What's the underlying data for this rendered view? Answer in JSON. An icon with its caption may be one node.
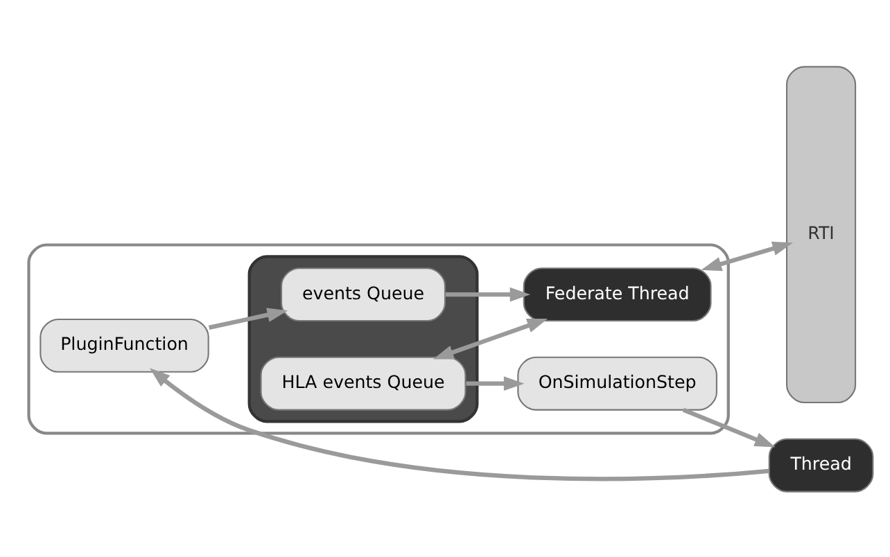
{
  "diagram": {
    "nodes": [
      {
        "text": [
          "Thread"
        ]
      },
      {
        "text": [],
        "shape": "box"
      },
      {
        "text": [
          "PluginFunction"
        ],
        "in": 1
      },
      {
        "text": [
          "OnSimulationStep"
        ],
        "in": 1
      },
      {
        "text": [],
        "shape": "box",
        "in": 1
      },
      {
        "text": [
          "events Queue"
        ],
        "in": 4
      },
      {
        "text": [
          "HLA events Queue"
        ],
        "in": 4
      },
      {
        "text": [
          "Federate Thread"
        ],
        "in": 1
      },
      {
        "text": [
          "RTI"
        ]
      }
    ],
    "edges": [
      {
        "from": 0,
        "to": 2,
        "arrow": "to"
      },
      {
        "from": 3,
        "to": 0,
        "arrow": "to"
      },
      {
        "from": 2,
        "to": 5,
        "arrow": "to"
      },
      {
        "from": 6,
        "to": 3,
        "arrow": "to"
      },
      {
        "from": 5,
        "to": 7,
        "arrow": "to"
      },
      {
        "from": 7,
        "to": 6,
        "arrow": "both"
      },
      {
        "from": 7,
        "to": 8,
        "arrow": "both"
      }
    ]
  }
}
